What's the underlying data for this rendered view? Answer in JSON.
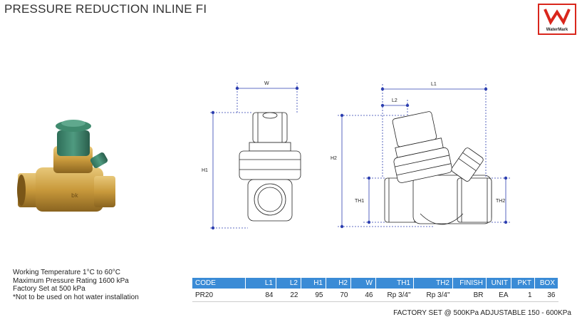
{
  "header": {
    "title": "PRESSURE REDUCTION INLINE FI"
  },
  "logo": {
    "text": "WaterMark",
    "color": "#d9261c"
  },
  "diagram_labels": {
    "w": "W",
    "h1": "H1",
    "l1": "L1",
    "l2": "L2",
    "h2": "H2",
    "th1": "TH1",
    "th2": "TH2"
  },
  "specs": [
    "Working Temperature  1°C to 60°C",
    "Maximum Pressure Rating  1600 kPa",
    "Factory Set at 500 kPa",
    "*Not to be used on hot water installation"
  ],
  "table": {
    "header_color": "#3a8bd6",
    "columns": [
      "CODE",
      "L1",
      "L2",
      "H1",
      "H2",
      "W",
      "TH1",
      "TH2",
      "FINISH",
      "UNIT",
      "PKT",
      "BOX"
    ],
    "rows": [
      [
        "PR20",
        "84",
        "22",
        "95",
        "70",
        "46",
        "Rp 3/4\"",
        "Rp 3/4\"",
        "BR",
        "EA",
        "1",
        "36"
      ]
    ]
  },
  "footer": {
    "note": "FACTORY SET @ 500KPa ADJUSTABLE 150 - 600KPa"
  }
}
